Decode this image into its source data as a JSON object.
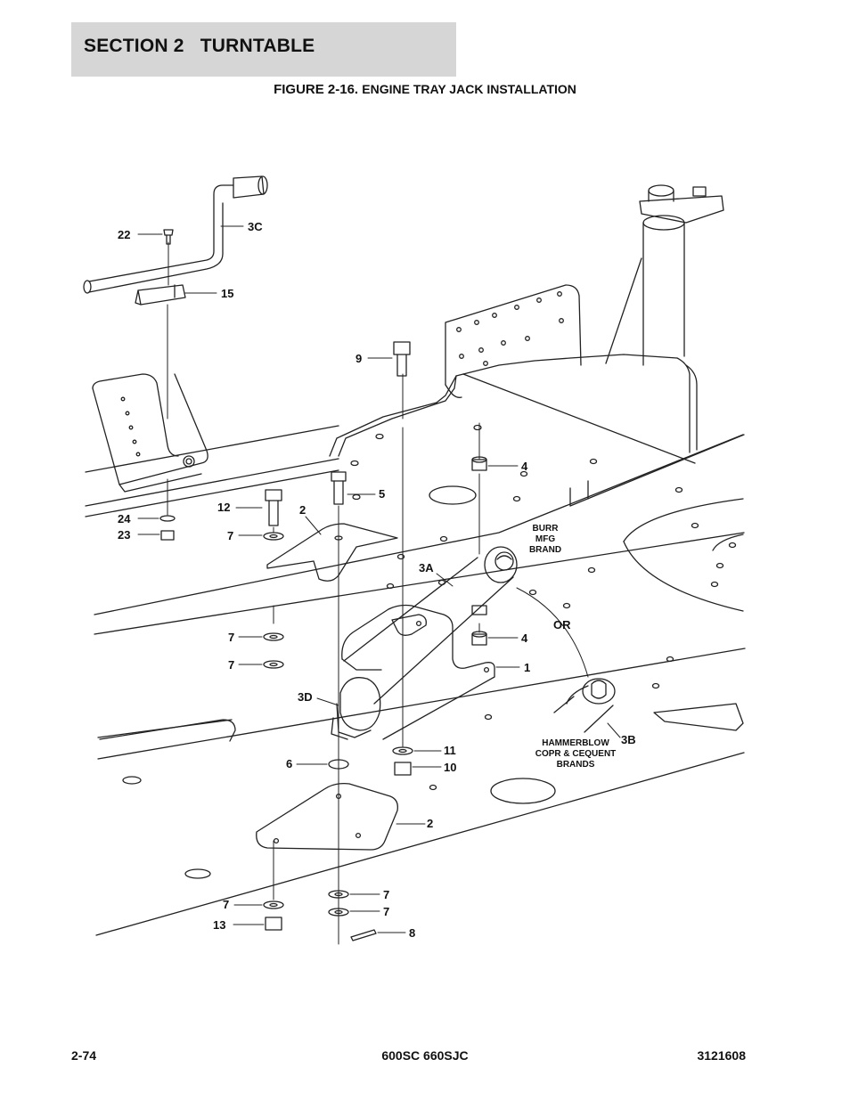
{
  "header": {
    "section": "SECTION 2   TURNTABLE",
    "figure_prefix": "FIGURE 2-16. ",
    "figure_caption": "ENGINE TRAY JACK INSTALLATION"
  },
  "callouts": {
    "c22": "22",
    "c3c": "3C",
    "c15": "15",
    "c9": "9",
    "c4a": "4",
    "c5": "5",
    "c12": "12",
    "c2a": "2",
    "c24": "24",
    "c23": "23",
    "c7a": "7",
    "c3a": "3A",
    "c4b": "4",
    "c1": "1",
    "c7b": "7",
    "c7c": "7",
    "c3d": "3D",
    "c11": "11",
    "c6": "6",
    "c10": "10",
    "c2b": "2",
    "c3b": "3B",
    "c7d": "7",
    "c7e": "7",
    "c7f": "7",
    "c13": "13",
    "c8": "8"
  },
  "notes": {
    "burr_1": "BURR",
    "burr_2": "MFG",
    "burr_3": "BRAND",
    "or": "OR",
    "hammer_1": "HAMMERBLOW",
    "hammer_2": "COPR & CEQUENT",
    "hammer_3": "BRANDS"
  },
  "footer": {
    "page": "2-74",
    "model": "600SC 660SJC",
    "doc_number": "3121608"
  }
}
